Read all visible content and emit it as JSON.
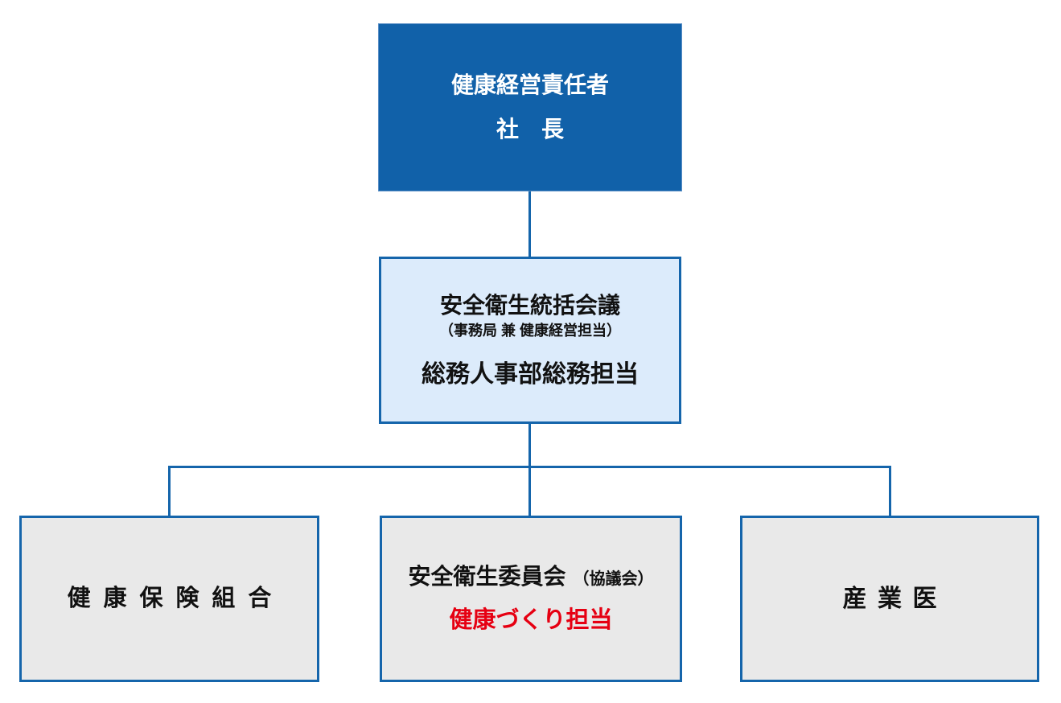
{
  "org_chart": {
    "colors": {
      "primary_blue": "#1161a9",
      "border_blue": "#1565ab",
      "light_blue_fill": "#dcebfb",
      "gray_fill": "#e9e9e9",
      "red": "#e60012"
    },
    "nodes": {
      "president": {
        "role": "健康経営責任者",
        "title": "社　長"
      },
      "council": {
        "name": "安全衛生統括会議",
        "note": "（事務局 兼 健康経営担当）",
        "department": "総務人事部総務担当"
      },
      "insurance_union": {
        "name": "健康保険組合"
      },
      "committee": {
        "name": "安全衛生委員会",
        "note": "（協議会）",
        "subtitle": "健康づくり担当"
      },
      "industrial_physician": {
        "name": "産業医"
      }
    }
  }
}
